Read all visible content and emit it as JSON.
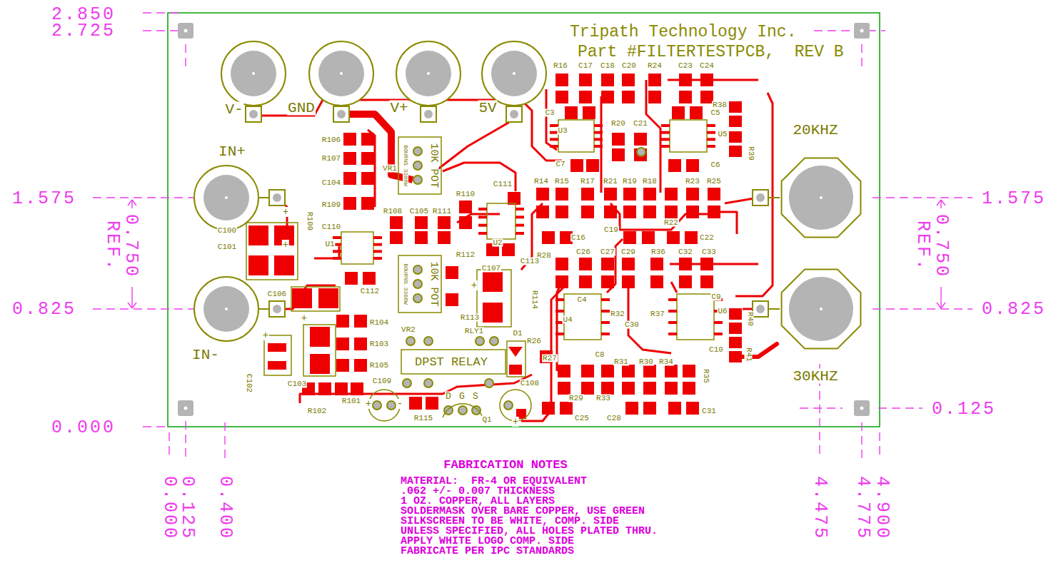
{
  "diagram": {
    "labels": [
      "2.850",
      "2.725",
      "1.575",
      "0.825",
      "0.000",
      "1.575",
      "0.825",
      "0.125",
      "0.750 REF.",
      "0.750 REF.",
      "0.000",
      "0.125",
      "0.400",
      "4.475",
      "4.775",
      "4.900",
      "FABRICATION NOTES",
      "MATERIAL:  FR-4 OR EQUIVALENT",
      ".062 +/- 0.007 THICKNESS",
      "1 OZ. COPPER, ALL LAYERS",
      "SOLDERMASK OVER BARE COPPER, USE GREEN",
      "SILKSCREEN TO BE WHITE, COMP. SIDE",
      "UNLESS SPECIFIED, ALL HOLES PLATED THRU.",
      "APPLY WHITE LOGO COMP. SIDE",
      "FABRICATE PER IPC STANDARDS",
      "Tripath Technology Inc.",
      "Part #FILTERTESTPCB,  REV B",
      "V-",
      "GND",
      "V+",
      "5V",
      "IN+",
      "IN-",
      "20KHZ",
      "30KHZ",
      "DPST RELAY",
      "10K POT",
      "BOURNS 3386W",
      "10K POT",
      "BOURNS 3386W",
      "D",
      "G",
      "S",
      "R16",
      "C17",
      "C18",
      "C20",
      "R24",
      "C23",
      "C24",
      "C3",
      "U3",
      "R20",
      "C21",
      "C7",
      "R38",
      "C5",
      "U5",
      "R39",
      "C6",
      "R14",
      "R15",
      "R17",
      "R21",
      "R19",
      "R18",
      "R23",
      "R25",
      "C19",
      "R22",
      "C22",
      "C16",
      "R28",
      "C26",
      "C27",
      "C29",
      "R36",
      "C32",
      "C33",
      "C4",
      "U4",
      "R32",
      "C30",
      "R37",
      "C9",
      "U6",
      "R40",
      "C10",
      "R41",
      "C8",
      "R26",
      "R27",
      "R31",
      "R30",
      "R34",
      "R35",
      "R29",
      "R33",
      "C25",
      "C28",
      "C31",
      "C108",
      "R106",
      "R107",
      "C104",
      "R109",
      "R108",
      "C105",
      "R111",
      "R110",
      "C111",
      "C110",
      "U1",
      "R100",
      "U2",
      "R112",
      "C107",
      "C113",
      "R113",
      "R114",
      "C112",
      "C106",
      "C100",
      "C101",
      "C102",
      "VR1",
      "VR2",
      "RLY1",
      "D1",
      "R104",
      "R103",
      "R105",
      "C103",
      "R102",
      "R101",
      "C109",
      "R115",
      "Q1",
      "+",
      "+",
      "+",
      "+",
      "+",
      "+",
      "+",
      "-"
    ]
  }
}
